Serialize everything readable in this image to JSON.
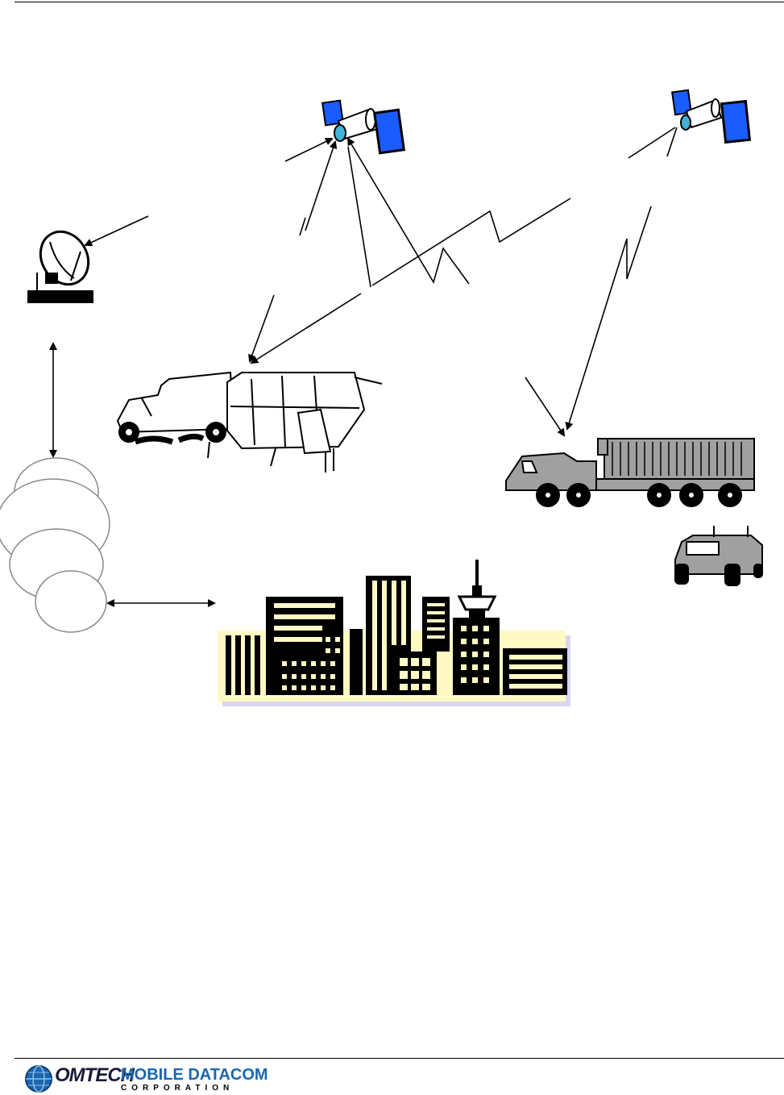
{
  "figure": {
    "nodes": [
      {
        "id": "satellite-1",
        "icon": "satellite-icon"
      },
      {
        "id": "satellite-2",
        "icon": "satellite-icon"
      },
      {
        "id": "ground-station",
        "icon": "satellite-dish-icon"
      },
      {
        "id": "network-cloud",
        "icon": "cloud-icon"
      },
      {
        "id": "command-vehicle",
        "icon": "truck-shelter-icon"
      },
      {
        "id": "heavy-truck",
        "icon": "military-truck-icon"
      },
      {
        "id": "humvee",
        "icon": "humvee-icon"
      },
      {
        "id": "city",
        "icon": "city-skyline-icon"
      }
    ],
    "colors": {
      "solar_panel": "#1a5cff",
      "vehicle_gray": "#a0a0a0",
      "city_fill": "#fff9c4",
      "city_shadow": "#d8d6f0",
      "logo_blue": "#1a66b0"
    }
  },
  "footer": {
    "logo_word": "OMTECH",
    "logo_brand": "MOBILE DATACOM",
    "logo_sub": "CORPORATION"
  }
}
